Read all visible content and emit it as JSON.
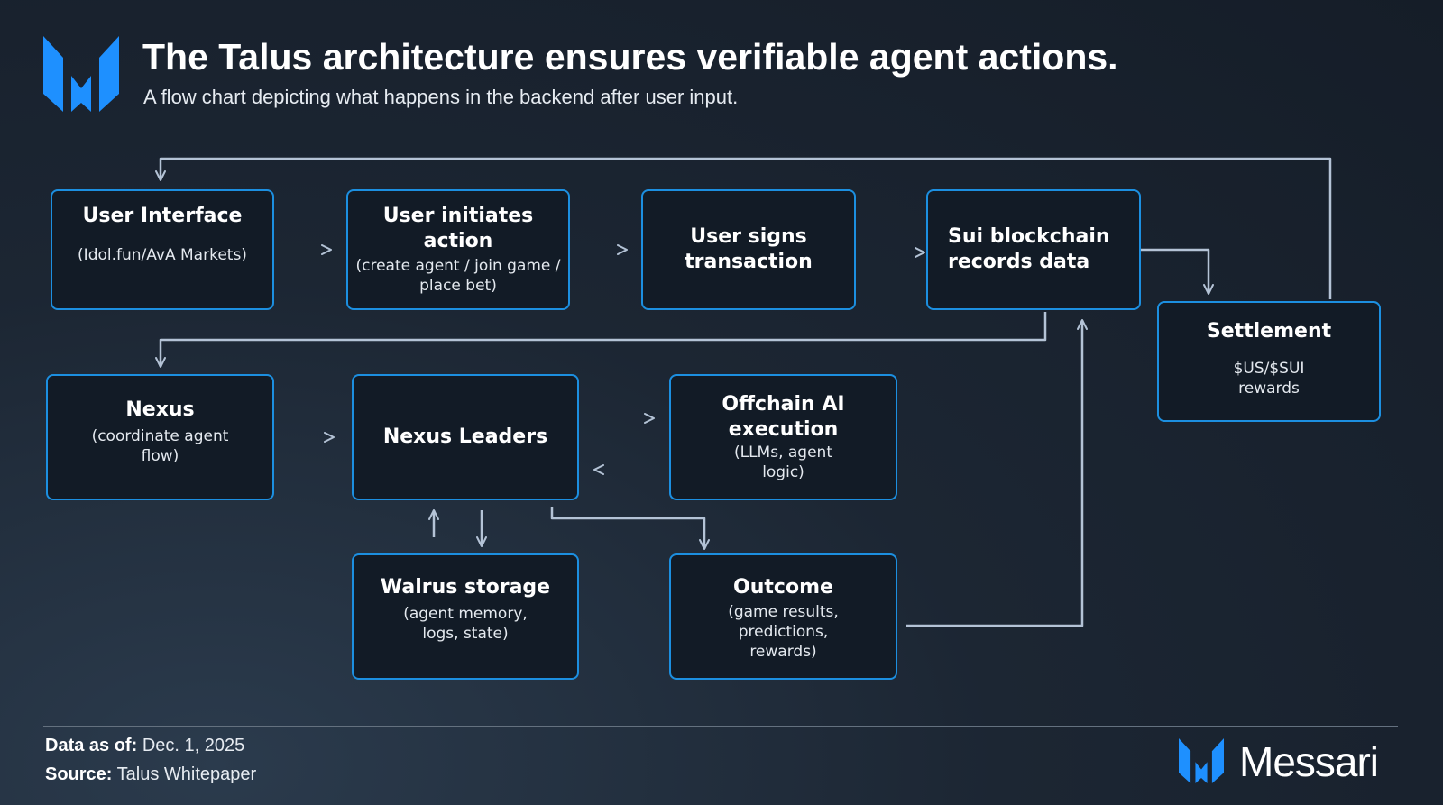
{
  "header": {
    "title": "The Talus architecture ensures verifiable agent actions.",
    "subtitle": "A flow chart depicting what happens in the backend after user input.",
    "logo_icon": "messari-m-logo-icon"
  },
  "nodes": {
    "user_interface": {
      "title": "User Interface",
      "sub": "(Idol.fun/AvA Markets)"
    },
    "user_initiates": {
      "title": "User initiates action",
      "sub": "(create agent / join game / place bet)"
    },
    "user_signs": {
      "title": "User signs transaction",
      "sub": ""
    },
    "sui_blockchain": {
      "title": "Sui blockchain records data",
      "sub": ""
    },
    "settlement": {
      "title": "Settlement",
      "sub": "$US/$SUI rewards"
    },
    "nexus": {
      "title": "Nexus",
      "sub": "(coordinate agent flow)"
    },
    "nexus_leaders": {
      "title": "Nexus Leaders",
      "sub": ""
    },
    "offchain_ai": {
      "title": "Offchain AI execution",
      "sub": "(LLMs, agent logic)"
    },
    "walrus": {
      "title": "Walrus storage",
      "sub": "(agent memory, logs, state)"
    },
    "outcome": {
      "title": "Outcome",
      "sub": "(game results, predictions, rewards)"
    }
  },
  "footer": {
    "data_as_of_label": "Data as of:",
    "data_as_of_value": "Dec. 1, 2025",
    "source_label": "Source:",
    "source_value": "Talus Whitepaper",
    "brand_name": "Messari"
  },
  "colors": {
    "node_border": "#1c8fe0",
    "connector": "#b4c3d6",
    "logo_blue": "#1e90ff",
    "background": "#1a2430"
  }
}
